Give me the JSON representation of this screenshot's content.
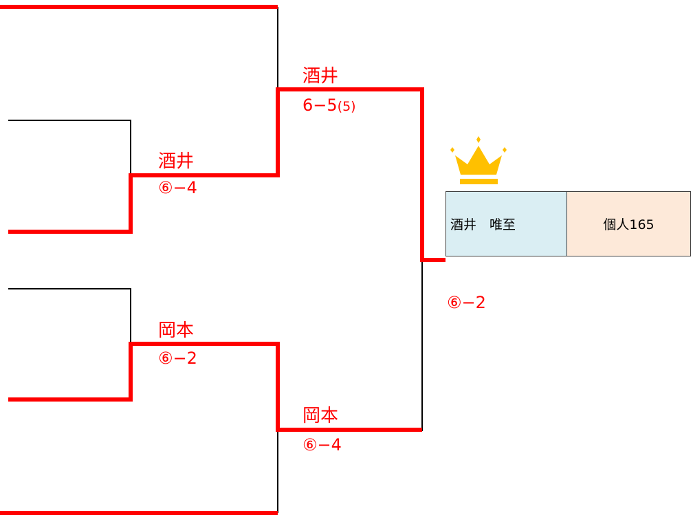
{
  "colors": {
    "winner_line": "#ff0000",
    "loser_line": "#000000",
    "winner_text": "#ff0000",
    "crown": "#ffc000",
    "name_cell_bg": "#daeef3",
    "team_cell_bg": "#fde9d9"
  },
  "icons": {
    "crown": "crown-icon"
  },
  "matches": {
    "r1_top": {
      "winner": "酒井",
      "score": "⑥−4"
    },
    "r1_bottom": {
      "winner": "岡本",
      "score": "⑥−2"
    },
    "semi_top": {
      "winner": "酒井",
      "score_main": "6−5",
      "score_tiebreak": "(5)"
    },
    "semi_bottom": {
      "winner": "岡本",
      "score": "⑥−4"
    },
    "final": {
      "score": "⑥−2"
    }
  },
  "champion": {
    "name": "酒井　唯至",
    "team": "個人165"
  }
}
